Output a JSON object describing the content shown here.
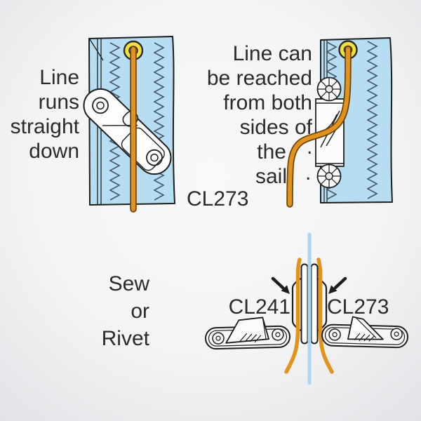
{
  "colors": {
    "sail_blue": "#b7ddf2",
    "sail_line_blue": "#aed6ee",
    "stitch_blue_gray": "#46586c",
    "rope_orange": "#e2931c",
    "rope_outline": "#6b4310",
    "grommet_yellow": "#f2e13c",
    "ink": "#1d1d1d"
  },
  "captions": {
    "left_panel": {
      "lines": [
        "Line",
        "runs",
        "straight",
        "down"
      ]
    },
    "right_panel": {
      "lines": [
        "Line can",
        "be reached",
        "from both",
        "sides of",
        "the",
        "sail"
      ],
      "dot_after_the": ".",
      "dot_after_sail": "."
    },
    "product_label_upper": "CL273",
    "mounting_options": {
      "lines": [
        "Sew",
        "or",
        "Rivet"
      ]
    },
    "cross_section": {
      "left_product_label": "CL241",
      "right_product_label": "CL273"
    }
  }
}
